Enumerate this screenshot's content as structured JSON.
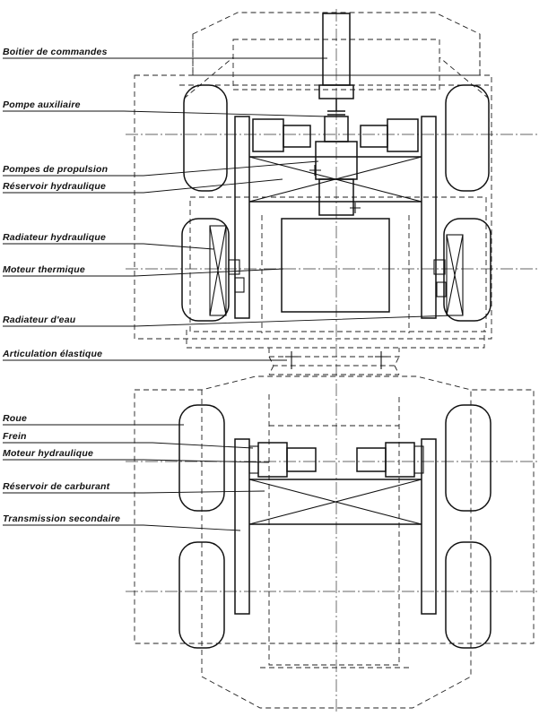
{
  "labels": {
    "boitier": "Boitier de commandes",
    "pompe_aux": "Pompe auxiliaire",
    "pompes_prop": "Pompes de propulsion",
    "reservoir_hydr": "Réservoir hydraulique",
    "radiateur_hydr": "Radiateur hydraulique",
    "moteur_therm": "Moteur thermique",
    "radiateur_eau": "Radiateur d'eau",
    "articulation": "Articulation élastique",
    "roue": "Roue",
    "frein": "Frein",
    "moteur_hydr": "Moteur hydraulique",
    "reservoir_carb": "Réservoir de carburant",
    "transmission": "Transmission secondaire"
  },
  "colors": {
    "ink": "#111111",
    "paper": "#ffffff"
  }
}
